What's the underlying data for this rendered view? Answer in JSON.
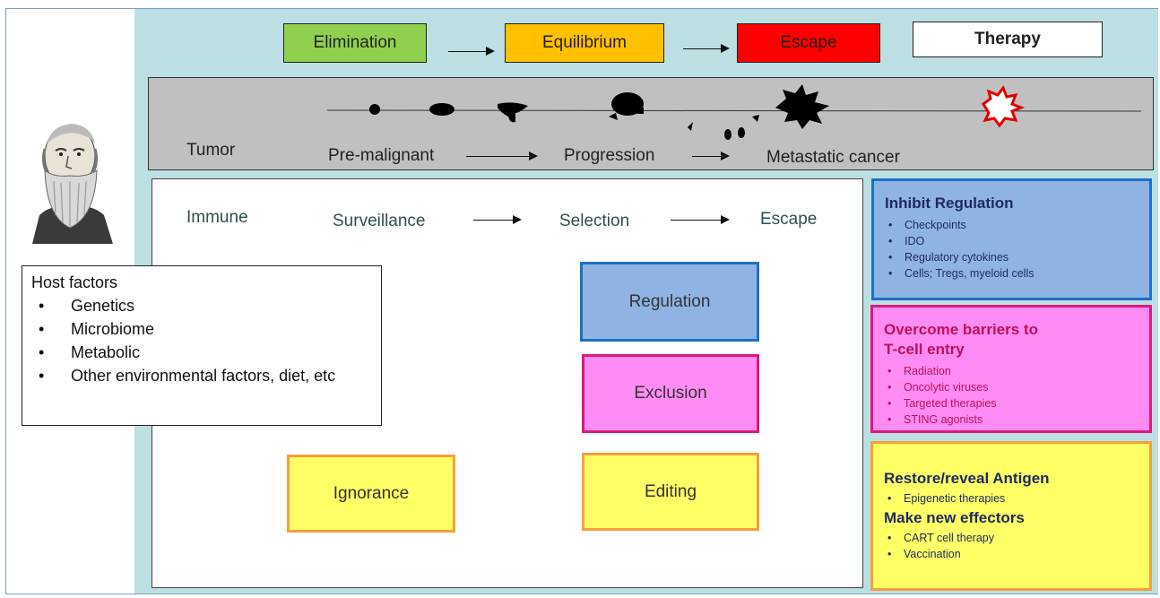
{
  "phases": {
    "elimination": "Elimination",
    "equilibrium": "Equilibrium",
    "escape": "Escape",
    "therapy": "Therapy"
  },
  "colors": {
    "elimination": "#8fd14f",
    "equilibrium": "#ffc000",
    "escape": "#ff0000",
    "therapy": "#ffffff",
    "regulation": "#8fb4e3",
    "exclusion": "#ff8cf5",
    "yellow_box": "#ffff66",
    "orange_border": "#f5a03c",
    "blue_border": "#1f6fc4",
    "pink_border": "#e0187a",
    "navy_text": "#1f2a5e",
    "magenta_text": "#c0105a"
  },
  "tumor": {
    "label": "Tumor",
    "stage1": "Pre-malignant",
    "stage2": "Progression",
    "stage3": "Metastatic cancer"
  },
  "immune": {
    "label": "Immune",
    "stage1": "Surveillance",
    "stage2": "Selection",
    "stage3": "Escape"
  },
  "mechanisms": {
    "regulation": "Regulation",
    "exclusion": "Exclusion",
    "ignorance": "Ignorance",
    "editing": "Editing"
  },
  "host": {
    "title": "Host factors",
    "items": [
      "Genetics",
      "Microbiome",
      "Metabolic",
      "Other environmental factors, diet, etc"
    ]
  },
  "therapy_boxes": {
    "inhibit": {
      "heading": "Inhibit Regulation",
      "items": [
        "Checkpoints",
        "IDO",
        "Regulatory cytokines",
        "Cells; Tregs, myeloid cells"
      ]
    },
    "barriers": {
      "heading": "Overcome barriers to T-cell entry",
      "items": [
        "Radiation",
        "Oncolytic viruses",
        "Targeted therapies",
        "STING agonists"
      ]
    },
    "restore": {
      "heading": "Restore/reveal Antigen",
      "items": [
        "Epigenetic therapies"
      ]
    },
    "effectors": {
      "heading": "Make new effectors",
      "items": [
        "CART cell therapy",
        "Vaccination"
      ]
    }
  },
  "portrait": {
    "icon": "bearded-man-portrait-icon"
  }
}
